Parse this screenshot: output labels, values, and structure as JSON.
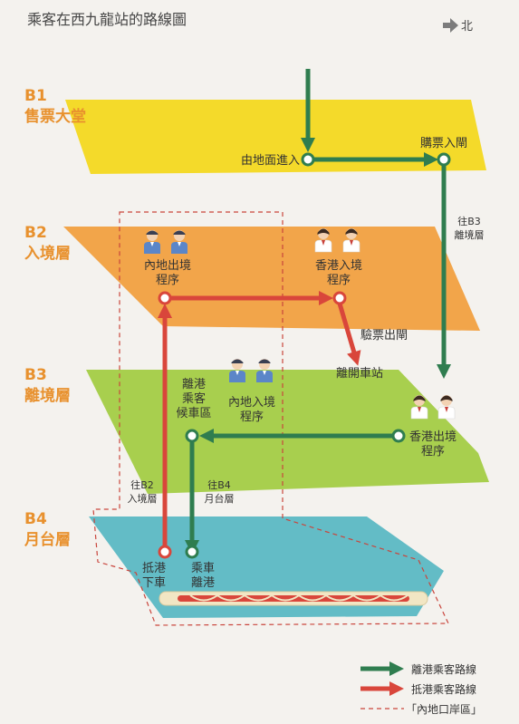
{
  "title": "乘客在西九龍站的路線圖",
  "north": "北",
  "levels": [
    {
      "code": "B1",
      "name": "售票大堂"
    },
    {
      "code": "B2",
      "name": "入境層"
    },
    {
      "code": "B3",
      "name": "離境層"
    },
    {
      "code": "B4",
      "name": "月台層"
    }
  ],
  "labels": {
    "enter_ground": "由地面進入",
    "ticket_gate": "購票入閘",
    "to_b3_l1": "往B3",
    "to_b3_l2": "離境層",
    "mainland_exit_l1": "內地出境",
    "mainland_exit_l2": "程序",
    "hk_entry_l1": "香港入境",
    "hk_entry_l2": "程序",
    "check_gate": "驗票出閘",
    "leave_station": "離開車站",
    "waiting_l1": "離港",
    "waiting_l2": "乘客",
    "waiting_l3": "候車區",
    "mainland_entry_l1": "內地入境",
    "mainland_entry_l2": "程序",
    "hk_exit_l1": "香港出境",
    "hk_exit_l2": "程序",
    "to_b2_l1": "往B2",
    "to_b2_l2": "入境層",
    "to_b4_l1": "往B4",
    "to_b4_l2": "月台層",
    "alight_l1": "抵港",
    "alight_l2": "下車",
    "board_l1": "乘車",
    "board_l2": "離港"
  },
  "legend": {
    "departure": "離港乘客路線",
    "arrival": "抵港乘客路線",
    "port_area": "「內地口岸區」"
  },
  "colors": {
    "b1": "#f4da2a",
    "b2": "#f2a54a",
    "b3": "#a8cf4e",
    "b4": "#63bcc6",
    "departure": "#2f7d4f",
    "arrival": "#d9463b",
    "level_text": "#e8912e"
  },
  "icons": {
    "north": "arrow-right-icon",
    "officer": "officer-icon"
  }
}
